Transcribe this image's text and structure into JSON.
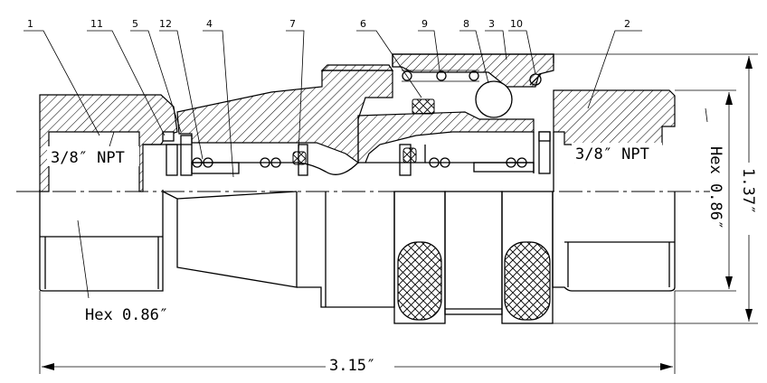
{
  "callouts": [
    "1",
    "11",
    "5",
    "12",
    "4",
    "7",
    "6",
    "9",
    "8",
    "3",
    "10",
    "2"
  ],
  "labels": {
    "npt_left": "3/8″ NPT",
    "npt_right": "3/8″ NPT",
    "hex_left": "Hex 0.86″",
    "hex_right": "Hex 0.86″",
    "height": "1.37″",
    "length": "3.15″"
  }
}
